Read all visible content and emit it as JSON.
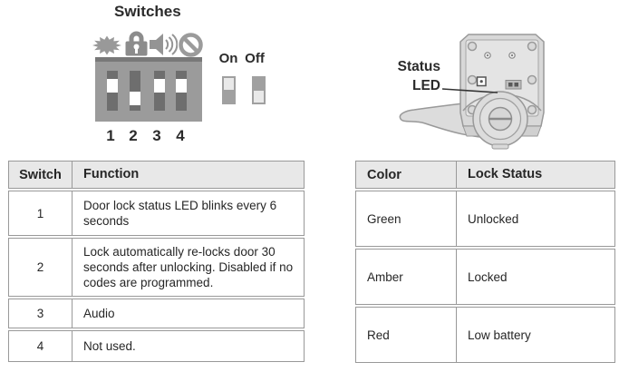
{
  "switches_diagram": {
    "title": "Switches",
    "icons": [
      "led-blink-icon",
      "lock-icon",
      "audio-icon",
      "disabled-icon"
    ],
    "switch_numbers": [
      "1",
      "2",
      "3",
      "4"
    ],
    "switch_positions": [
      "on",
      "off",
      "on",
      "on"
    ],
    "legend_on": "On",
    "legend_off": "Off"
  },
  "status_led_callout": {
    "line1": "Status",
    "line2": "LED"
  },
  "switch_table": {
    "headers": {
      "col1": "Switch",
      "col2": "Function"
    },
    "rows": [
      {
        "switch": "1",
        "function": "Door lock status LED blinks every 6 seconds"
      },
      {
        "switch": "2",
        "function": "Lock automatically re-locks door 30 seconds after unlocking. Disabled if no codes are programmed."
      },
      {
        "switch": "3",
        "function": "Audio"
      },
      {
        "switch": "4",
        "function": "Not used."
      }
    ]
  },
  "led_table": {
    "headers": {
      "col1": "Color",
      "col2": "Lock Status"
    },
    "rows": [
      {
        "color": "Green",
        "status": "Unlocked"
      },
      {
        "color": "Amber",
        "status": "Locked"
      },
      {
        "color": "Red",
        "status": "Low battery"
      }
    ]
  },
  "colors": {
    "text": "#2b2b2b",
    "table_border": "#999999",
    "table_header_bg": "#e8e8e8",
    "dip_panel": "#9b9b9b",
    "dip_slot": "#6e6e6e",
    "dip_nub": "#ffffff",
    "icon_gray": "#949494",
    "device_fill": "#dcdcdc",
    "device_stroke": "#999999"
  }
}
